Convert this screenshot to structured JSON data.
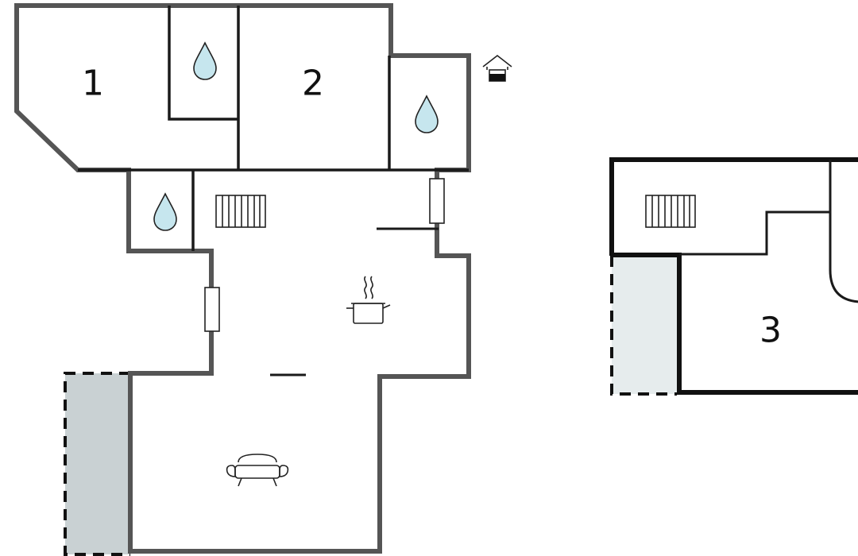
{
  "plan": {
    "rooms": [
      {
        "id": "room-1",
        "label": "1"
      },
      {
        "id": "room-2",
        "label": "2"
      },
      {
        "id": "room-3",
        "label": "3"
      }
    ],
    "icons": {
      "water": "water-drop-icon",
      "heater": "radiator-icon",
      "kitchen": "cooking-pot-icon",
      "living": "sofa-icon",
      "entrance": "house-entrance-icon"
    },
    "colors": {
      "wall": "#555555",
      "wall_upper": "#111111",
      "balcony_fill": "#c9d1d3",
      "balcony_fill_upper": "#e6eced",
      "water_fill": "#c6e6ee"
    }
  }
}
